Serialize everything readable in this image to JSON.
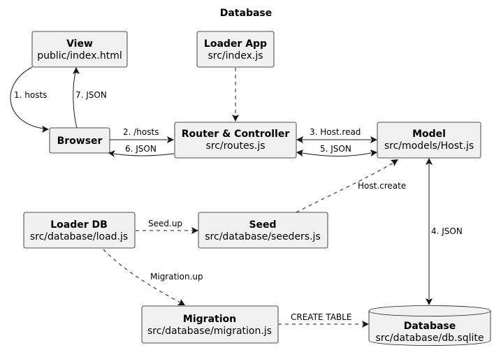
{
  "diagram": {
    "title": "Database",
    "nodes": {
      "view": {
        "title": "View",
        "subtitle": "public/index.html"
      },
      "loader_app": {
        "title": "Loader App",
        "subtitle": "src/index.js"
      },
      "browser": {
        "title": "Browser"
      },
      "router": {
        "title": "Router & Controller",
        "subtitle": "src/routes.js"
      },
      "model": {
        "title": "Model",
        "subtitle": "src/models/Host.js"
      },
      "loader_db": {
        "title": "Loader DB",
        "subtitle": "src/database/load.js"
      },
      "seed": {
        "title": "Seed",
        "subtitle": "src/database/seeders.js"
      },
      "migration": {
        "title": "Migration",
        "subtitle": "src/database/migration.js"
      },
      "database": {
        "title": "Database",
        "subtitle": "src/database/db.sqlite"
      }
    },
    "edges": {
      "hosts": "1. hosts",
      "slash_hosts": "2. /hosts",
      "host_read": "3. Host.read",
      "json4": "4. JSON",
      "json5": "5. JSON",
      "json6": "6. JSON",
      "json7": "7. JSON",
      "host_create": "Host.create",
      "seed_up": "Seed.up",
      "migration_up": "Migration.up",
      "create_table": "CREATE TABLE"
    }
  }
}
